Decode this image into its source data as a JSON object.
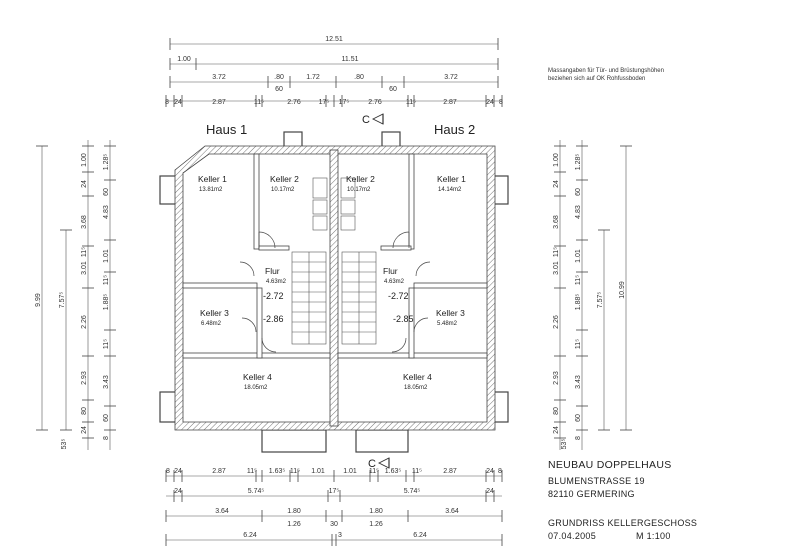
{
  "note": [
    "Massangaben für Tür- und Brüstungshöhen",
    "beziehen sich auf OK Rohfussboden"
  ],
  "houses": {
    "left": "Haus 1",
    "right": "Haus 2"
  },
  "section_mark": "C",
  "rooms": {
    "h1_keller1": {
      "name": "Keller 1",
      "area": "13.81m2"
    },
    "h1_keller2": {
      "name": "Keller 2",
      "area": "10.17m2"
    },
    "h1_flur": {
      "name": "Flur",
      "area": "4.63m2"
    },
    "h1_keller3": {
      "name": "Keller 3",
      "area": "6.48m2"
    },
    "h1_keller4": {
      "name": "Keller 4",
      "area": "18.05m2"
    },
    "h2_keller2": {
      "name": "Keller 2",
      "area": "10.17m2"
    },
    "h2_keller1": {
      "name": "Keller 1",
      "area": "14.14m2"
    },
    "h2_flur": {
      "name": "Flur",
      "area": "4.63m2"
    },
    "h2_keller3": {
      "name": "Keller 3",
      "area": "5.48m2"
    },
    "h2_keller4": {
      "name": "Keller 4",
      "area": "18.05m2"
    }
  },
  "levels": {
    "h1_upper": "-2.72",
    "h1_lower": "-2.86",
    "h2_upper": "-2.72",
    "h2_lower": "-2.85"
  },
  "dims_top": {
    "total": "12.51",
    "row2_a": "1.00",
    "row2_b": "11.51",
    "row3": [
      "3.72",
      ".80",
      "1.72",
      ".80",
      "3.72"
    ],
    "row3_sub": [
      "60",
      "60"
    ],
    "row4": [
      "24",
      "2.87",
      "11⁵",
      "2.76",
      "17⁵",
      "17⁵",
      "2.76",
      "11⁵",
      "2.87",
      "24"
    ],
    "row4_ends": [
      "8",
      "8"
    ]
  },
  "dims_bottom": {
    "row1": [
      "24",
      "2.87",
      "11⁵",
      "1.63⁵",
      "11⁵",
      "1.01",
      "1.01",
      "11⁵",
      "1.63⁵",
      "11⁵",
      "2.87",
      "24"
    ],
    "row1_ends": [
      "8",
      "8"
    ],
    "row2": [
      "24",
      "5.74⁵",
      "17⁵",
      "5.74⁵",
      "24"
    ],
    "row3": [
      "3.64",
      "1.80",
      "1.80",
      "3.64"
    ],
    "row3_sub": [
      "1.26",
      "30",
      "1.26"
    ],
    "total": [
      "6.24",
      "6.24"
    ],
    "total_mid": "3"
  },
  "dims_left": {
    "total": "9.99",
    "part": "7.57⁵",
    "labels": [
      "1.00",
      "1.28⁵",
      "24",
      "60",
      "3.68",
      "4.83",
      "11⁵",
      "1.01",
      "3.01",
      "11⁵",
      "2.26",
      "1.88⁵",
      "11⁵",
      "3.43",
      "2.93",
      "80",
      "60",
      "24",
      "8",
      "53⁵"
    ]
  },
  "dims_right": {
    "total": "10.99",
    "part": "7.57⁵",
    "labels": [
      "1.00",
      "1.28⁵",
      "24",
      "60",
      "3.68",
      "4.83",
      "11⁵",
      "1.01",
      "3.01",
      "11⁵",
      "2.26",
      "1.88⁵",
      "11⁵",
      "3.43",
      "2.93",
      "80",
      "60",
      "24",
      "8",
      "53⁵"
    ]
  },
  "title_block": {
    "title": "NEUBAU DOPPELHAUS",
    "street": "BLUMENSTRASSE 19",
    "city": "82110 GERMERING",
    "plan": "GRUNDRISS KELLERGESCHOSS",
    "date": "07.04.2005",
    "scale": "M 1:100"
  }
}
